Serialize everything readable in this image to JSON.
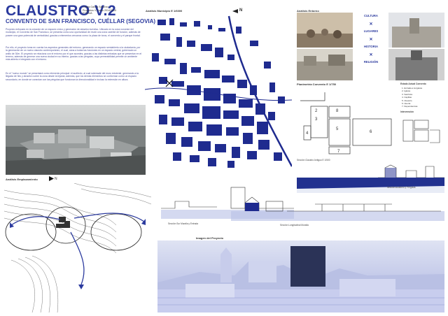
{
  "header": {
    "title": "CLAUSTRO V.2",
    "subtitle": "CONVENTO DE SAN FRANCISCO, CUÉLLAR (SEGOVIA)",
    "author_lines": [
      "Carlos García Sánchez",
      "Proyectos V Curso 2014/2015",
      "ETSAVA"
    ]
  },
  "intro": {
    "para1": "Proyecto enfocado en la creación de un espacio cívico y generador de atractivo turístico. Ubicado en la zona noroeste del municipio, el Convento de San Francisco, se presenta como una oportunidad de reunir una zona carente de función, además de poseer una gran potencial de centralidad, gracias a elementos cercanos como: la plaza de toros, el convento y el parque frontal.",
    "para2": "Por ello, el proyecto toma en cuenta los aspectos generales del entorno, generando un espacio semiabierto a la ciudadanía, por la generación de un nuevo claustro contemporáneo, el cual, aúna a todas las funciones en un espacio central, gobernado un anillo de 30m. El proyecto se relaciona con el entorno por el que accedes, gracias a las distintas entradas que se presentan en el terreno, además de generar una nueva ciudad en su interior, gracias a las pérgolas, cuya permeabilidad permite un ambiente más abierto e integrado con el entorno.",
    "para3": "En el \"nuevo mundo\" se presentará como elemento principal: el auditorio, al cual sobresale del muro existente, generando a la llegada de hito y atractivo sobre la zona desde la lejanía; además, que los demás elementos se conforman como un espacio secundario, en donde se conectan con las pérgolas que funcionan la direccionalidad e incluso la extensión en altura."
  },
  "labels": {
    "municipio": "Análisis Municipio  E 1/6000",
    "entorno": "Análisis Entorno",
    "planimetria": "Planimetría Convento  E 1/750",
    "emplazamiento": "Análisis Emplazamiento",
    "imagen": "Imagen del Proyecto",
    "estado_actual": "Estado Actual Convento",
    "intervencion": "Intervención",
    "seccion1": "Sección Claustro Antiguo E 1/500",
    "seccion2": "Sección Sur Muralla y Entrada",
    "seccion3": "Sección Auditorio y Pérgolas",
    "seccion4": "Sección Longitudinal Muralla",
    "compass": "N"
  },
  "keywords": [
    "CULTURA",
    "LUGARES",
    "HISTORIA",
    "RELIGIÓN"
  ],
  "legend": {
    "items": [
      "1. Entrada a la Iglesia",
      "2. Iglesia",
      "3. Sacristía",
      "4. Capillas",
      "5. Claustro",
      "6. Huerta",
      "7. Dependencias"
    ]
  },
  "plan_numbers": [
    "2",
    "3",
    "8",
    "5",
    "6",
    "4",
    "7"
  ],
  "colors": {
    "accent": "#2b3a9e",
    "map_blue": "#1f2b8f",
    "sky": "#e8ecf6",
    "render_blue": "#9ea6d8"
  }
}
